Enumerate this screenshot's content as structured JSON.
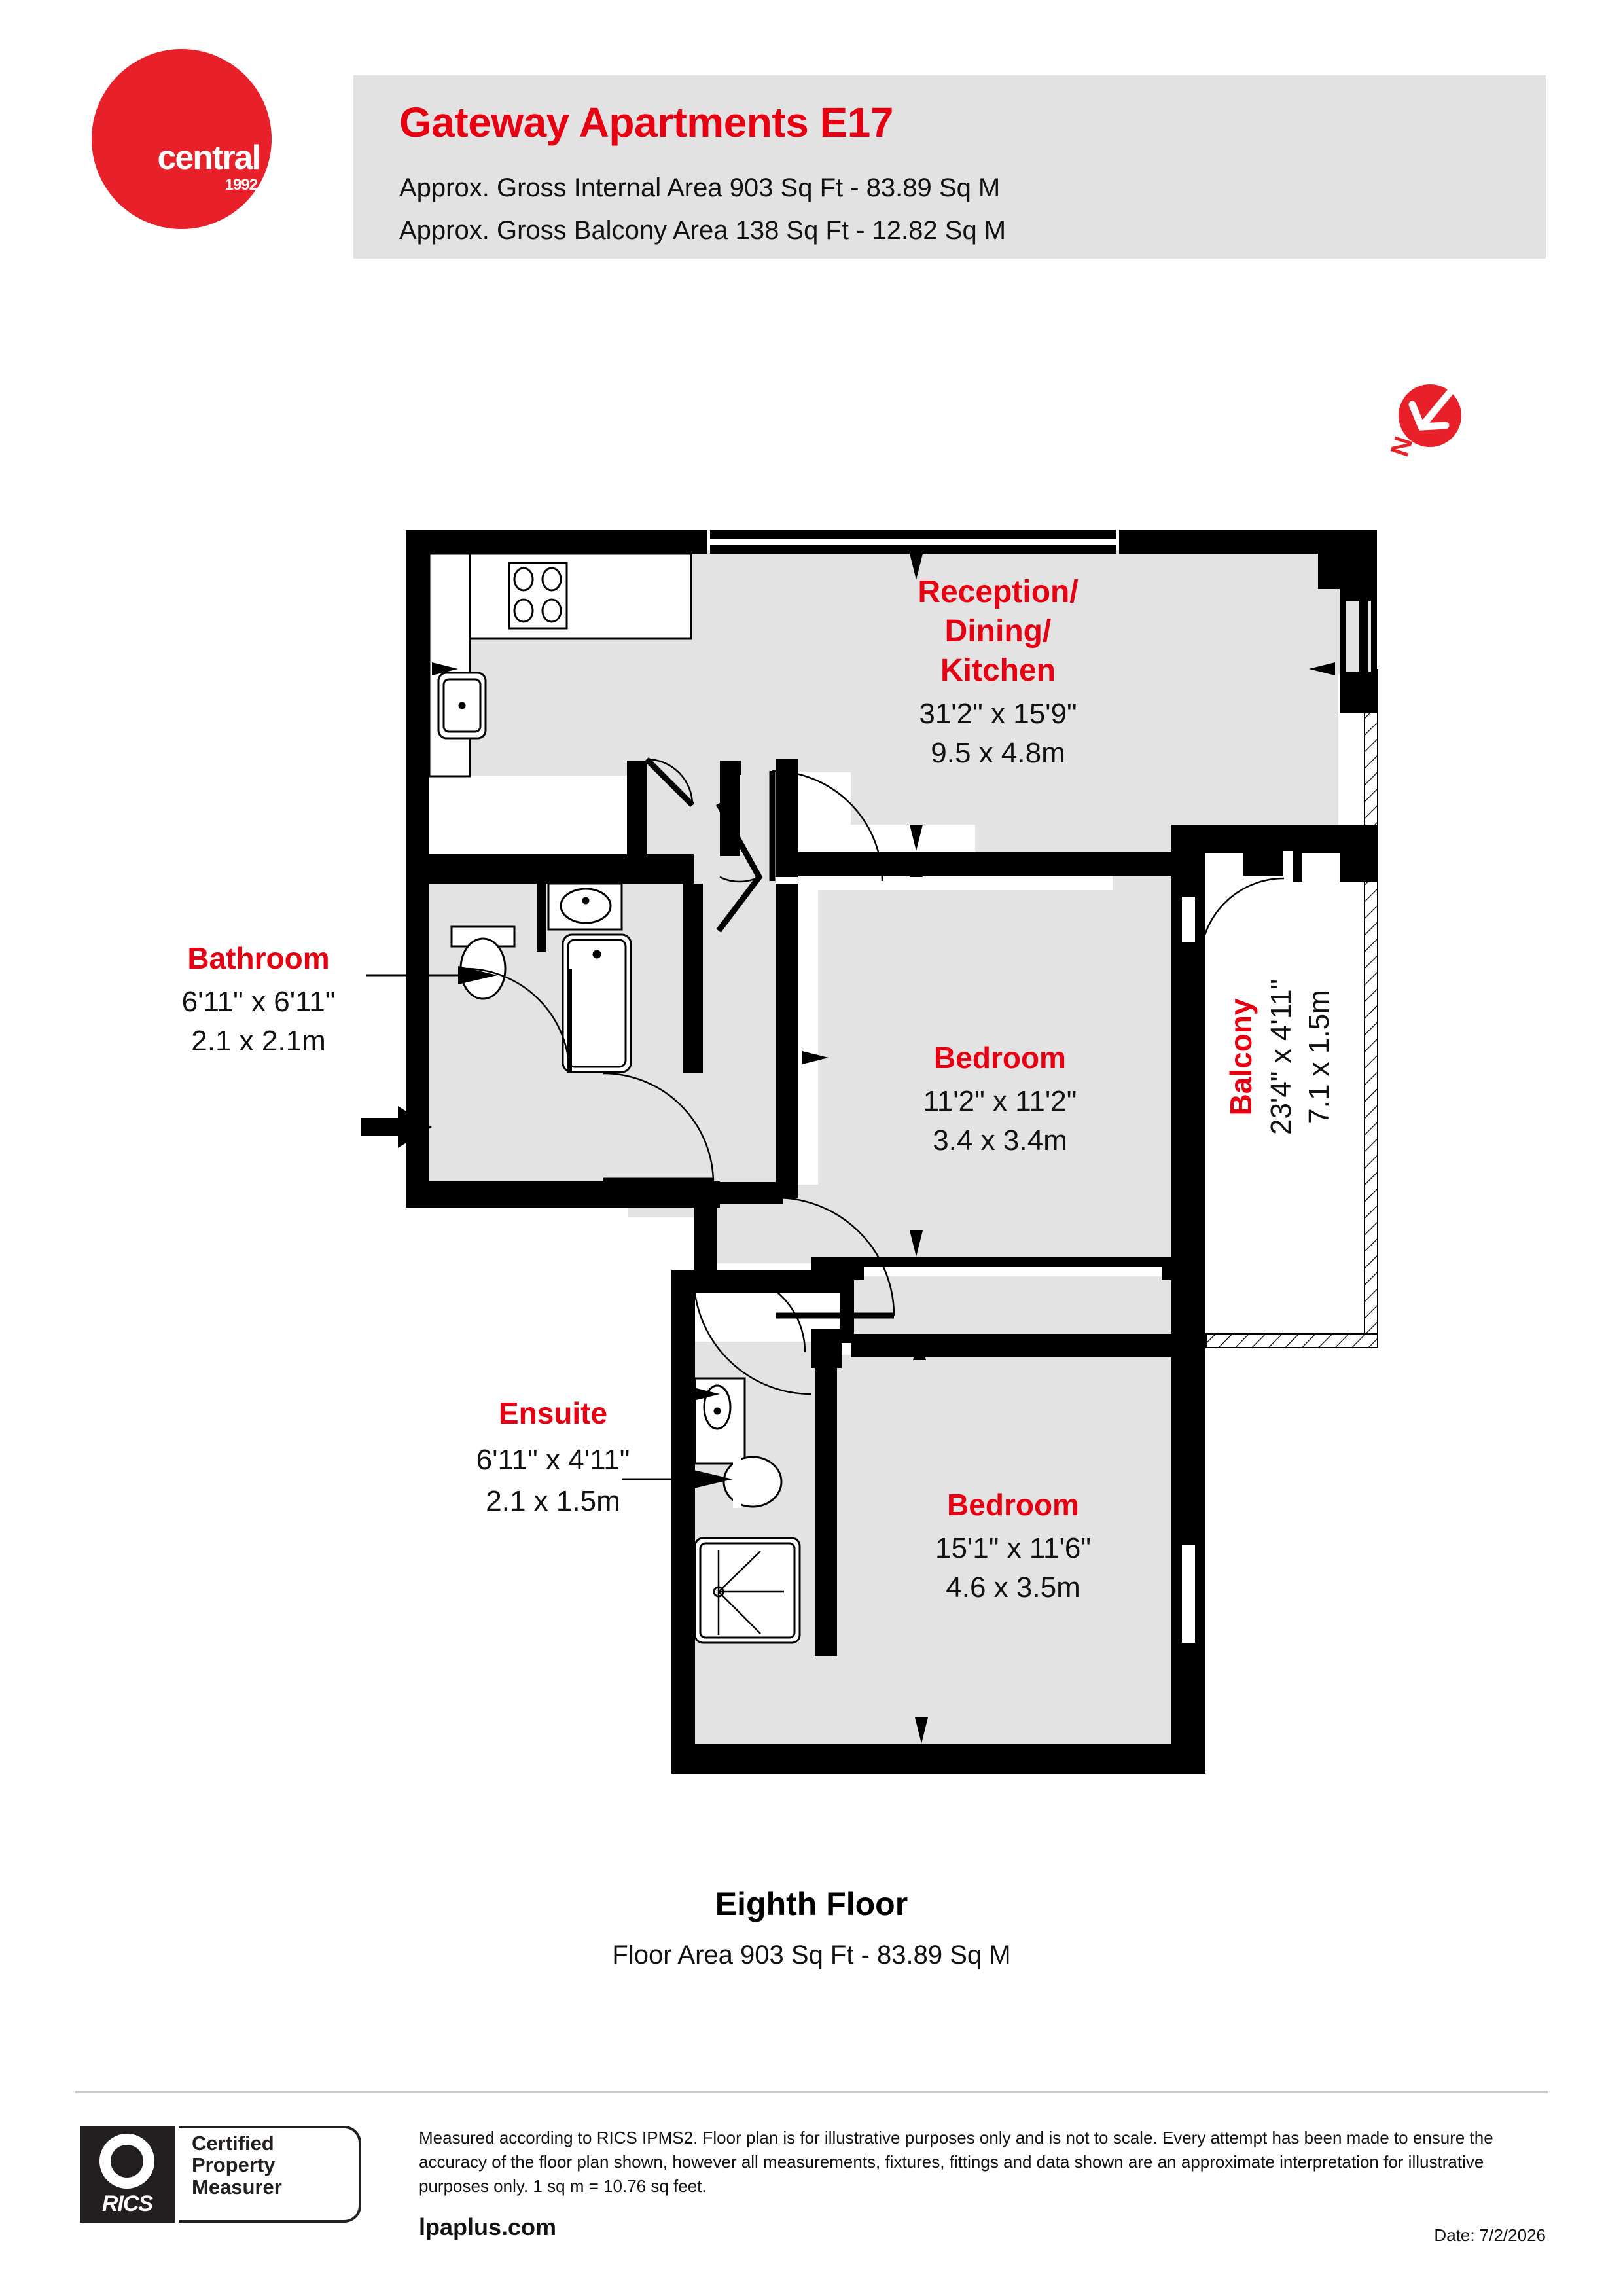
{
  "brand": {
    "name": "central",
    "year": "1992"
  },
  "header": {
    "title": "Gateway Apartments E17",
    "internal_area": "Approx. Gross Internal Area 903 Sq Ft - 83.89 Sq M",
    "balcony_area": "Approx. Gross Balcony Area 138 Sq Ft - 12.82 Sq M",
    "band_color": "#e2e2e2",
    "accent_color": "#e60012"
  },
  "compass": {
    "label": "N",
    "color": "#e8202a"
  },
  "plan": {
    "rooms": [
      {
        "id": "reception",
        "name": "Reception/\nDining/\nKitchen",
        "name_lines": [
          "Reception/",
          "Dining/",
          "Kitchen"
        ],
        "dim_imperial": "31'2\" x 15'9\"",
        "dim_metric": "9.5 x 4.8m"
      },
      {
        "id": "bathroom",
        "name": "Bathroom",
        "name_lines": [
          "Bathroom"
        ],
        "dim_imperial": "6'11\" x 6'11\"",
        "dim_metric": "2.1 x 2.1m"
      },
      {
        "id": "bedroom-1",
        "name": "Bedroom",
        "name_lines": [
          "Bedroom"
        ],
        "dim_imperial": "11'2\" x 11'2\"",
        "dim_metric": "3.4 x 3.4m"
      },
      {
        "id": "bedroom-2",
        "name": "Bedroom",
        "name_lines": [
          "Bedroom"
        ],
        "dim_imperial": "15'1\" x 11'6\"",
        "dim_metric": "4.6 x 3.5m"
      },
      {
        "id": "ensuite",
        "name": "Ensuite",
        "name_lines": [
          "Ensuite"
        ],
        "dim_imperial": "6'11\" x 4'11\"",
        "dim_metric": "2.1 x 1.5m"
      },
      {
        "id": "balcony",
        "name": "Balcony",
        "name_lines": [
          "Balcony"
        ],
        "dim_imperial": "23'4\" x 4'11\"",
        "dim_metric": "7.1 x 1.5m"
      }
    ],
    "floor_fill": "#e3e3e3",
    "wall_color": "#000000"
  },
  "floor": {
    "name": "Eighth Floor",
    "area": "Floor Area 903 Sq Ft - 83.89 Sq M"
  },
  "footer": {
    "rics_mark": "RICS",
    "rics_cert_line1": "Certified",
    "rics_cert_line2": "Property",
    "rics_cert_line3": "Measurer",
    "disclaimer": "Measured according to RICS IPMS2. Floor plan is for illustrative purposes only and is not to scale. Every attempt has been made to ensure the accuracy of the floor plan shown, however all measurements, fixtures, fittings and data shown are an approximate interpretation for illustrative purposes only. 1 sq m = 10.76 sq feet.",
    "website": "lpaplus.com",
    "date": "Date: 7/2/2026"
  }
}
